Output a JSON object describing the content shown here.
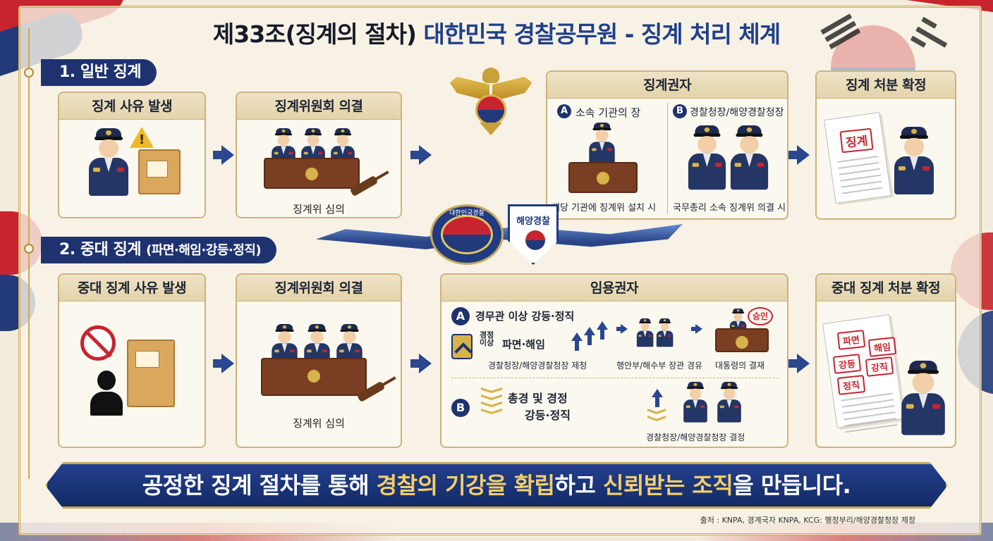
{
  "title": {
    "part1": "제33조(징계의 절차)",
    "part2": "대한민국 경찰공무원 - 징계 처리 체계"
  },
  "section1": {
    "label": "1. 일반 징계",
    "steps": [
      {
        "title": "징계 사유 발생",
        "caption": ""
      },
      {
        "title": "징계위원회 의결",
        "caption": "징계위 심의"
      },
      {
        "title": "징계권자",
        "option_a_label": "소속 기관의 장",
        "option_a_caption": "해당 기관에 징계위 설치 시",
        "option_b_label": "경찰청장/해양경찰청장",
        "option_b_caption": "국무총리 소속 징계위 의결 시"
      },
      {
        "title": "징계 처분 확정",
        "stamp": "징계"
      }
    ]
  },
  "section2": {
    "label_main": "2. 중대 징계",
    "label_sub": "(파면·해임·강등·정직)",
    "steps": [
      {
        "title": "중대 징계 사유 발생"
      },
      {
        "title": "징계위원회 의결",
        "caption": "징계위 심의"
      },
      {
        "title": "임용권자",
        "a": {
          "letter": "A",
          "line1": "경무관 이상 강등·정직",
          "line2_rank": "경정 이상",
          "line2": "파면·해임",
          "flow1": "경찰청장/해양경찰청장 제청",
          "flow2": "행안부/해수부 장관 경유",
          "flow3": "대통령의 결재",
          "stamp": "승인"
        },
        "b": {
          "letter": "B",
          "line1": "총경 및 경정",
          "line2": "강등·정직",
          "flow": "경찰청장/해양경찰청장 결정"
        }
      },
      {
        "title": "중대 징계 처분 확정",
        "stamps": [
          "파면",
          "해임",
          "강등",
          "강직",
          "정직"
        ]
      }
    ]
  },
  "emblem_left": "대한민국경찰",
  "emblem_right": "해양경찰",
  "banner": {
    "t1": "공정한 징계 절차를 통해 ",
    "g1": "경찰의 기강을 확립",
    "t2": "하고 ",
    "g2": "신뢰받는 조직",
    "t3": "을 만듭니다."
  },
  "source": "출처 : KNPA, 경계국자 KNPA, KCG: 행정부리/해양경찰청장 제정",
  "colors": {
    "navy": "#1f3270",
    "gold": "#c9a85a",
    "red": "#c8242f"
  }
}
